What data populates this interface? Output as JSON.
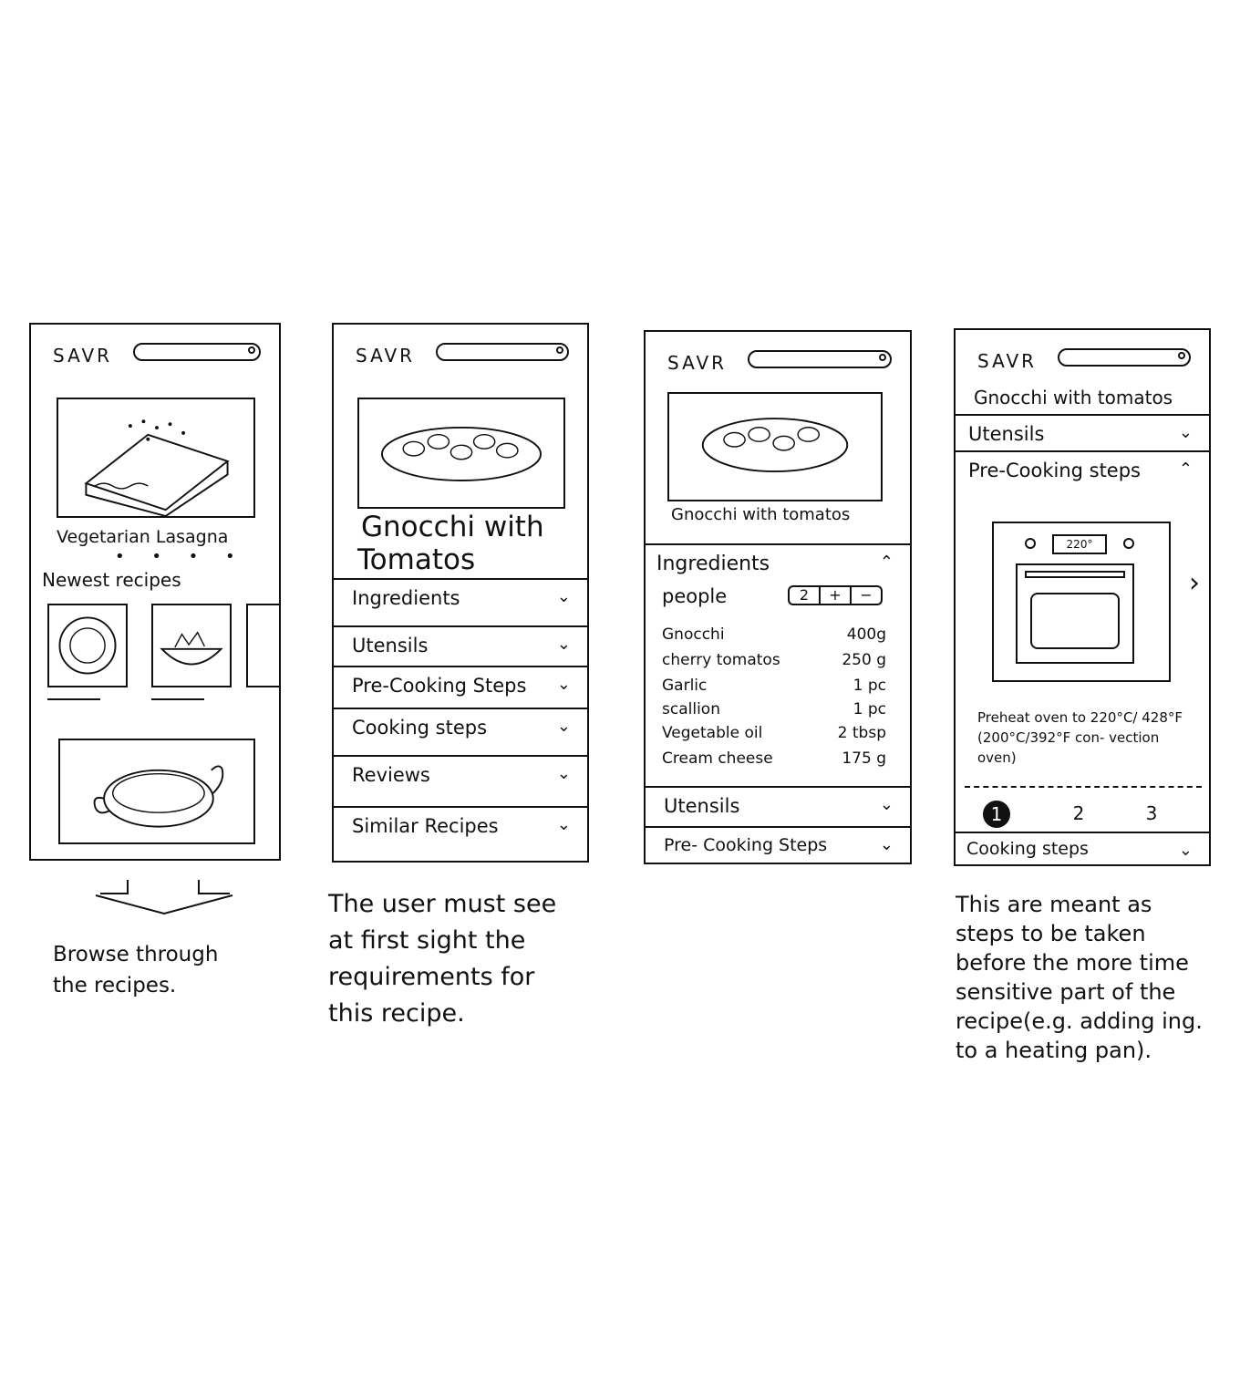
{
  "app": {
    "logo": "SAVR"
  },
  "screen1": {
    "hero_title": "Vegetarian Lasagna",
    "dots": "• • • •",
    "section_title": "Newest recipes",
    "note": "Browse through\nthe recipes."
  },
  "screen2": {
    "title_line1": "Gnocchi with",
    "title_line2": "Tomatos",
    "sections": [
      "Ingredients",
      "Utensils",
      "Pre-Cooking Steps",
      "Cooking steps",
      "Reviews",
      "Similar Recipes"
    ],
    "note": "The user must see\nat first sight the\nrequirements for\nthis recipe."
  },
  "screen3": {
    "title": "Gnocchi with tomatos",
    "ingredients_label": "Ingredients",
    "people_label": "people",
    "people_value": "2",
    "plus": "+",
    "minus": "−",
    "ingredients": [
      {
        "name": "Gnocchi",
        "qty": "400g"
      },
      {
        "name": "cherry tomatos",
        "qty": "250 g"
      },
      {
        "name": "Garlic",
        "qty": "1 pc"
      },
      {
        "name": "scallion",
        "qty": "1 pc"
      },
      {
        "name": "Vegetable oil",
        "qty": "2 tbsp"
      },
      {
        "name": "Cream cheese",
        "qty": "175 g"
      }
    ],
    "utensils_label": "Utensils",
    "precooking_label": "Pre- Cooking Steps"
  },
  "screen4": {
    "title": "Gnocchi with tomatos",
    "utensils_label": "Utensils",
    "precooking_label": "Pre-Cooking steps",
    "oven_temp": "220°",
    "instruction": "Preheat oven to 220°C/ 428°F (200°C/392°F con- vection oven)",
    "steps": [
      "1",
      "2",
      "3"
    ],
    "active_step": "1",
    "cooking_label": "Cooking steps",
    "note": "This are meant as\nsteps to be taken\nbefore the more time\nsensitive part of the\nrecipe(e.g. adding ing.\nto a heating pan)."
  },
  "icons": {
    "chevron_down": "⌄",
    "chevron_up": "⌃",
    "chevron_right": "›"
  }
}
